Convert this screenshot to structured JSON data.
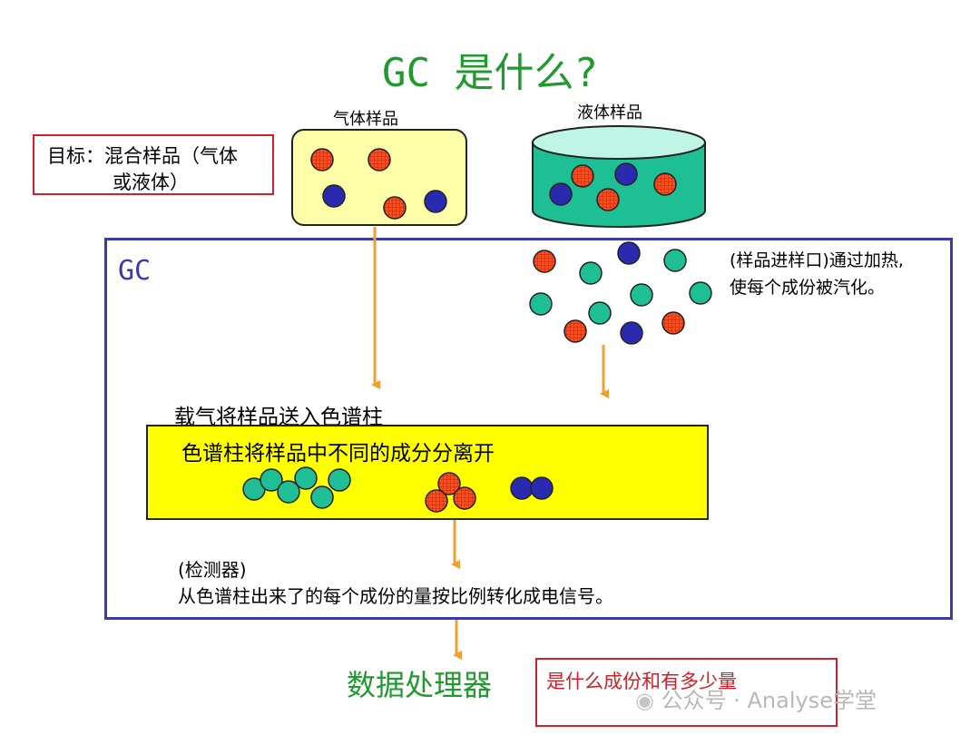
{
  "title": "GC 是什么?",
  "gas_sample_label": "气体样品",
  "liquid_sample_label": "液体样品",
  "goal": {
    "line1": "目标：混合样品（气体",
    "line2": "或液体）"
  },
  "gc_label": "GC",
  "vaporize": {
    "line1": "(样品进样口)通过加热,",
    "line2": "使每个成份被汽化。"
  },
  "carrier_gas_text": "载气将样品送入色谱柱",
  "column_text": "色谱柱将样品中不同的成分分离开",
  "detector": {
    "line1": "(检测器)",
    "line2": "从色谱柱出来了的每个成份的量按比例转化成电信号。"
  },
  "processor_label": "数据处理器",
  "result_text": "是什么成份和有多少量",
  "watermark": "公众号 · Analyse学堂",
  "colors": {
    "title": "#1f9a2e",
    "red_molecule": "#ff4d1a",
    "blue_molecule": "#2a2ab0",
    "green_molecule": "#1fbf95",
    "arrow": "#f0a030",
    "gc_frame": "#3a3aa8",
    "column": "#ffff00",
    "gas_box": "#ffffaa",
    "liquid": "#1fbf95"
  },
  "icons": [
    "arrow-down-icon",
    "molecule-icon",
    "wechat-icon"
  ]
}
